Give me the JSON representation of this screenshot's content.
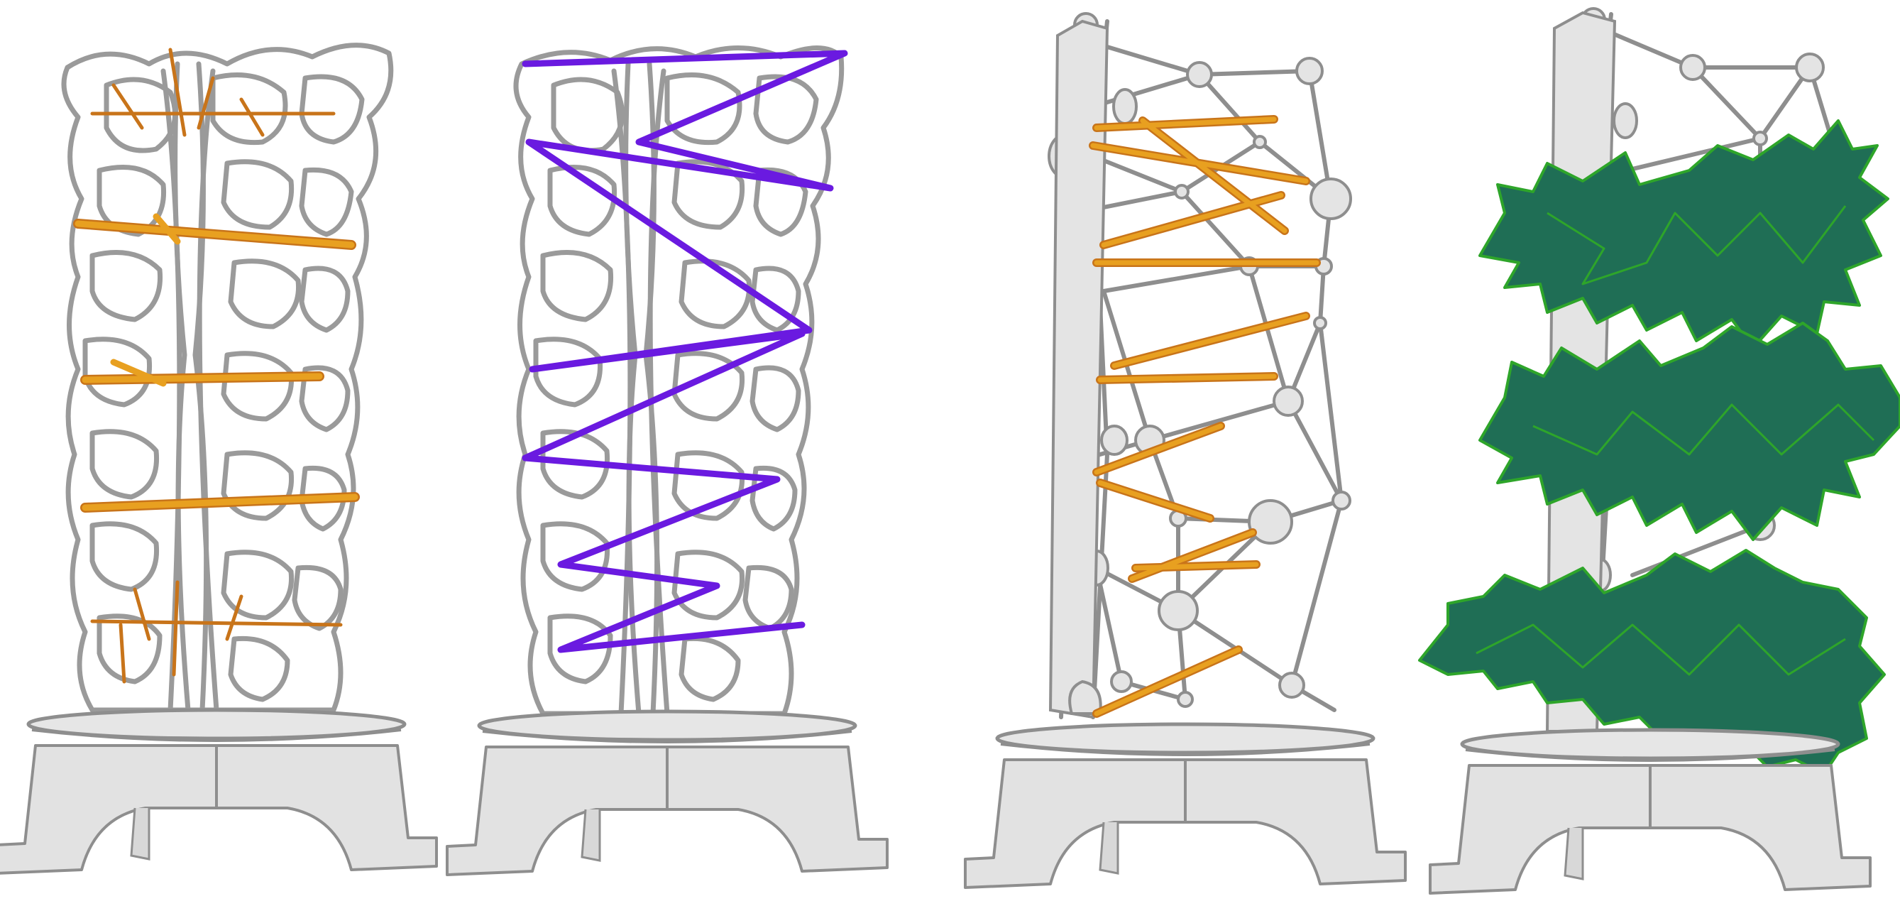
{
  "figure": {
    "panel_count": 4,
    "panels": [
      {
        "id": "panel-1",
        "subject": "voronoi-lattice-tower",
        "overlay": "horizontal-orange-rungs",
        "overlay_color": "#e8a020"
      },
      {
        "id": "panel-2",
        "subject": "voronoi-lattice-tower",
        "overlay": "zigzag-purple-line",
        "overlay_color": "#6a1ae0"
      },
      {
        "id": "panel-3",
        "subject": "node-and-strut-truss-tower",
        "overlay": "diagonal-orange-rungs",
        "overlay_color": "#e08a20"
      },
      {
        "id": "panel-4",
        "subject": "node-and-strut-truss-tower",
        "overlay": "green-foliage-clusters",
        "overlay_color": "#1f6e55"
      }
    ],
    "colors": {
      "structure_stroke": "#8e8e8e",
      "structure_fill": "#e4e4e4",
      "base_fill": "#e2e2e2",
      "orange": "#e8a020",
      "orange_dark": "#c8741a",
      "purple": "#6a1ae0",
      "foliage_dark": "#1f6e55",
      "foliage_light": "#2ea52a"
    }
  }
}
